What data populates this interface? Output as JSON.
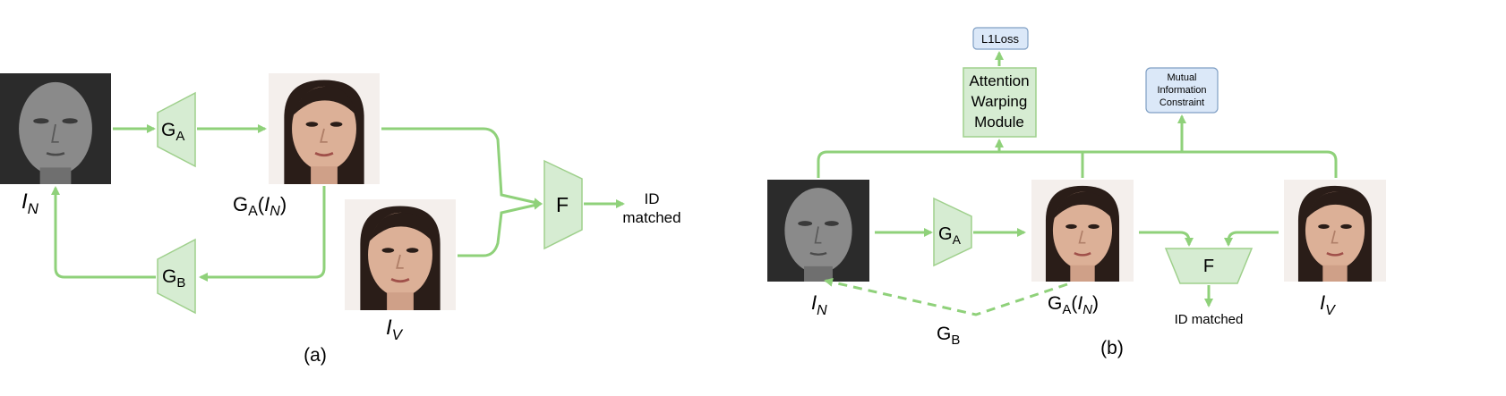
{
  "panel_a": {
    "caption": "(a)",
    "gen_a": {
      "main": "G",
      "sub": "A"
    },
    "gen_b": {
      "main": "G",
      "sub": "B"
    },
    "fusion": "F",
    "output": {
      "line1": "ID",
      "line2": "matched"
    },
    "label_in": {
      "main": "I",
      "sub": "N"
    },
    "label_ga_in": {
      "pre": "G",
      "presub": "A",
      "open": "(",
      "main": "I",
      "sub": "N",
      "close": ")"
    },
    "label_iv": {
      "main": "I",
      "sub": "V"
    }
  },
  "panel_b": {
    "caption": "(b)",
    "l1loss": "L1Loss",
    "awm": {
      "line1": "Attention",
      "line2": "Warping",
      "line3": "Module"
    },
    "mic": {
      "line1": "Mutual",
      "line2": "Information",
      "line3": "Constraint"
    },
    "gen_a": {
      "main": "G",
      "sub": "A"
    },
    "gen_b": {
      "main": "G",
      "sub": "B"
    },
    "fusion": "F",
    "output": "ID matched",
    "label_in": {
      "main": "I",
      "sub": "N"
    },
    "label_ga_in": {
      "pre": "G",
      "presub": "A",
      "open": "(",
      "main": "I",
      "sub": "N",
      "close": ")"
    },
    "label_iv": {
      "main": "I",
      "sub": "V"
    }
  },
  "colors": {
    "arrow": "#8fd17a",
    "block_fill": "#d6ecd2",
    "block_stroke": "#9fd08c",
    "note_fill": "#dbe8f8",
    "note_stroke": "#7f9fc4",
    "nir_face": "#7a7a7a",
    "vis_face": "#d9aa90"
  }
}
